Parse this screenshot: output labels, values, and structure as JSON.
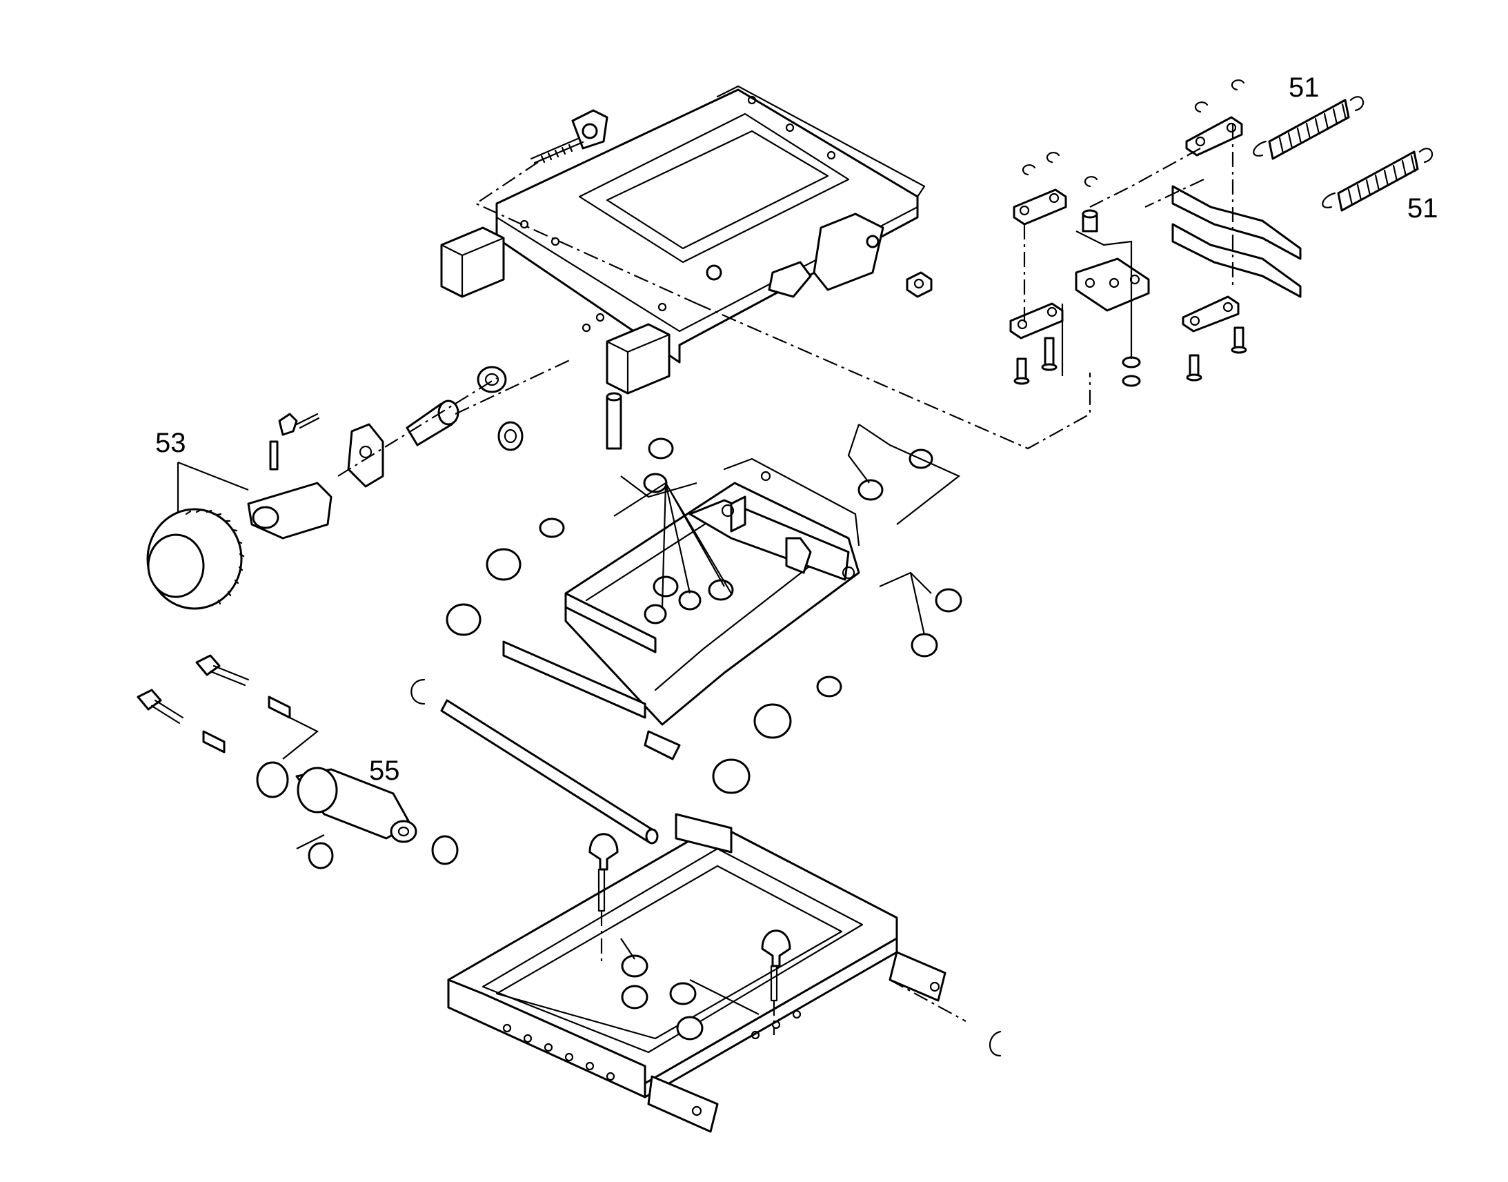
{
  "callouts": {
    "spring_top": "51",
    "spring_right": "51",
    "knob": "53",
    "shock_absorber": "55"
  }
}
